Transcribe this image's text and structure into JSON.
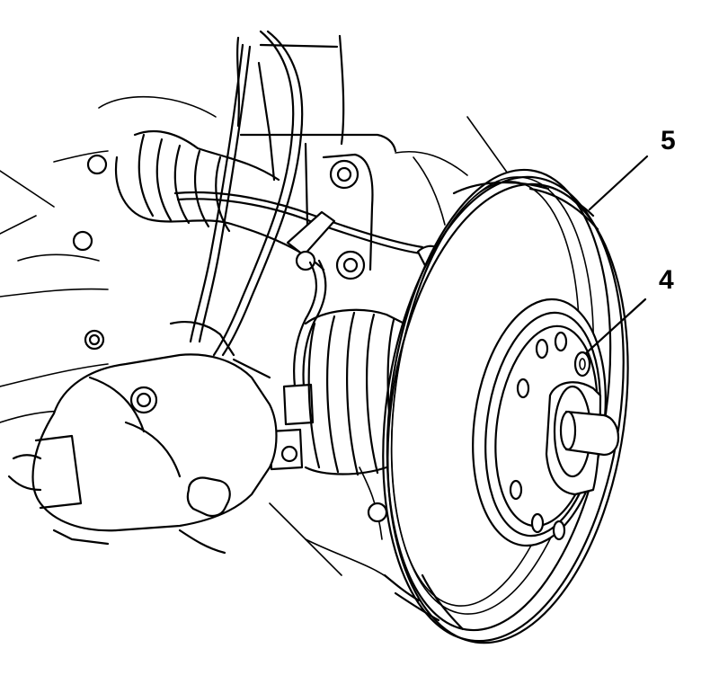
{
  "callouts": [
    {
      "id": "5",
      "label": "5",
      "part": "brake-disc"
    },
    {
      "id": "4",
      "label": "4",
      "part": "disc-retaining-screw"
    }
  ],
  "colors": {
    "line": "#000000",
    "background": "#ffffff"
  }
}
